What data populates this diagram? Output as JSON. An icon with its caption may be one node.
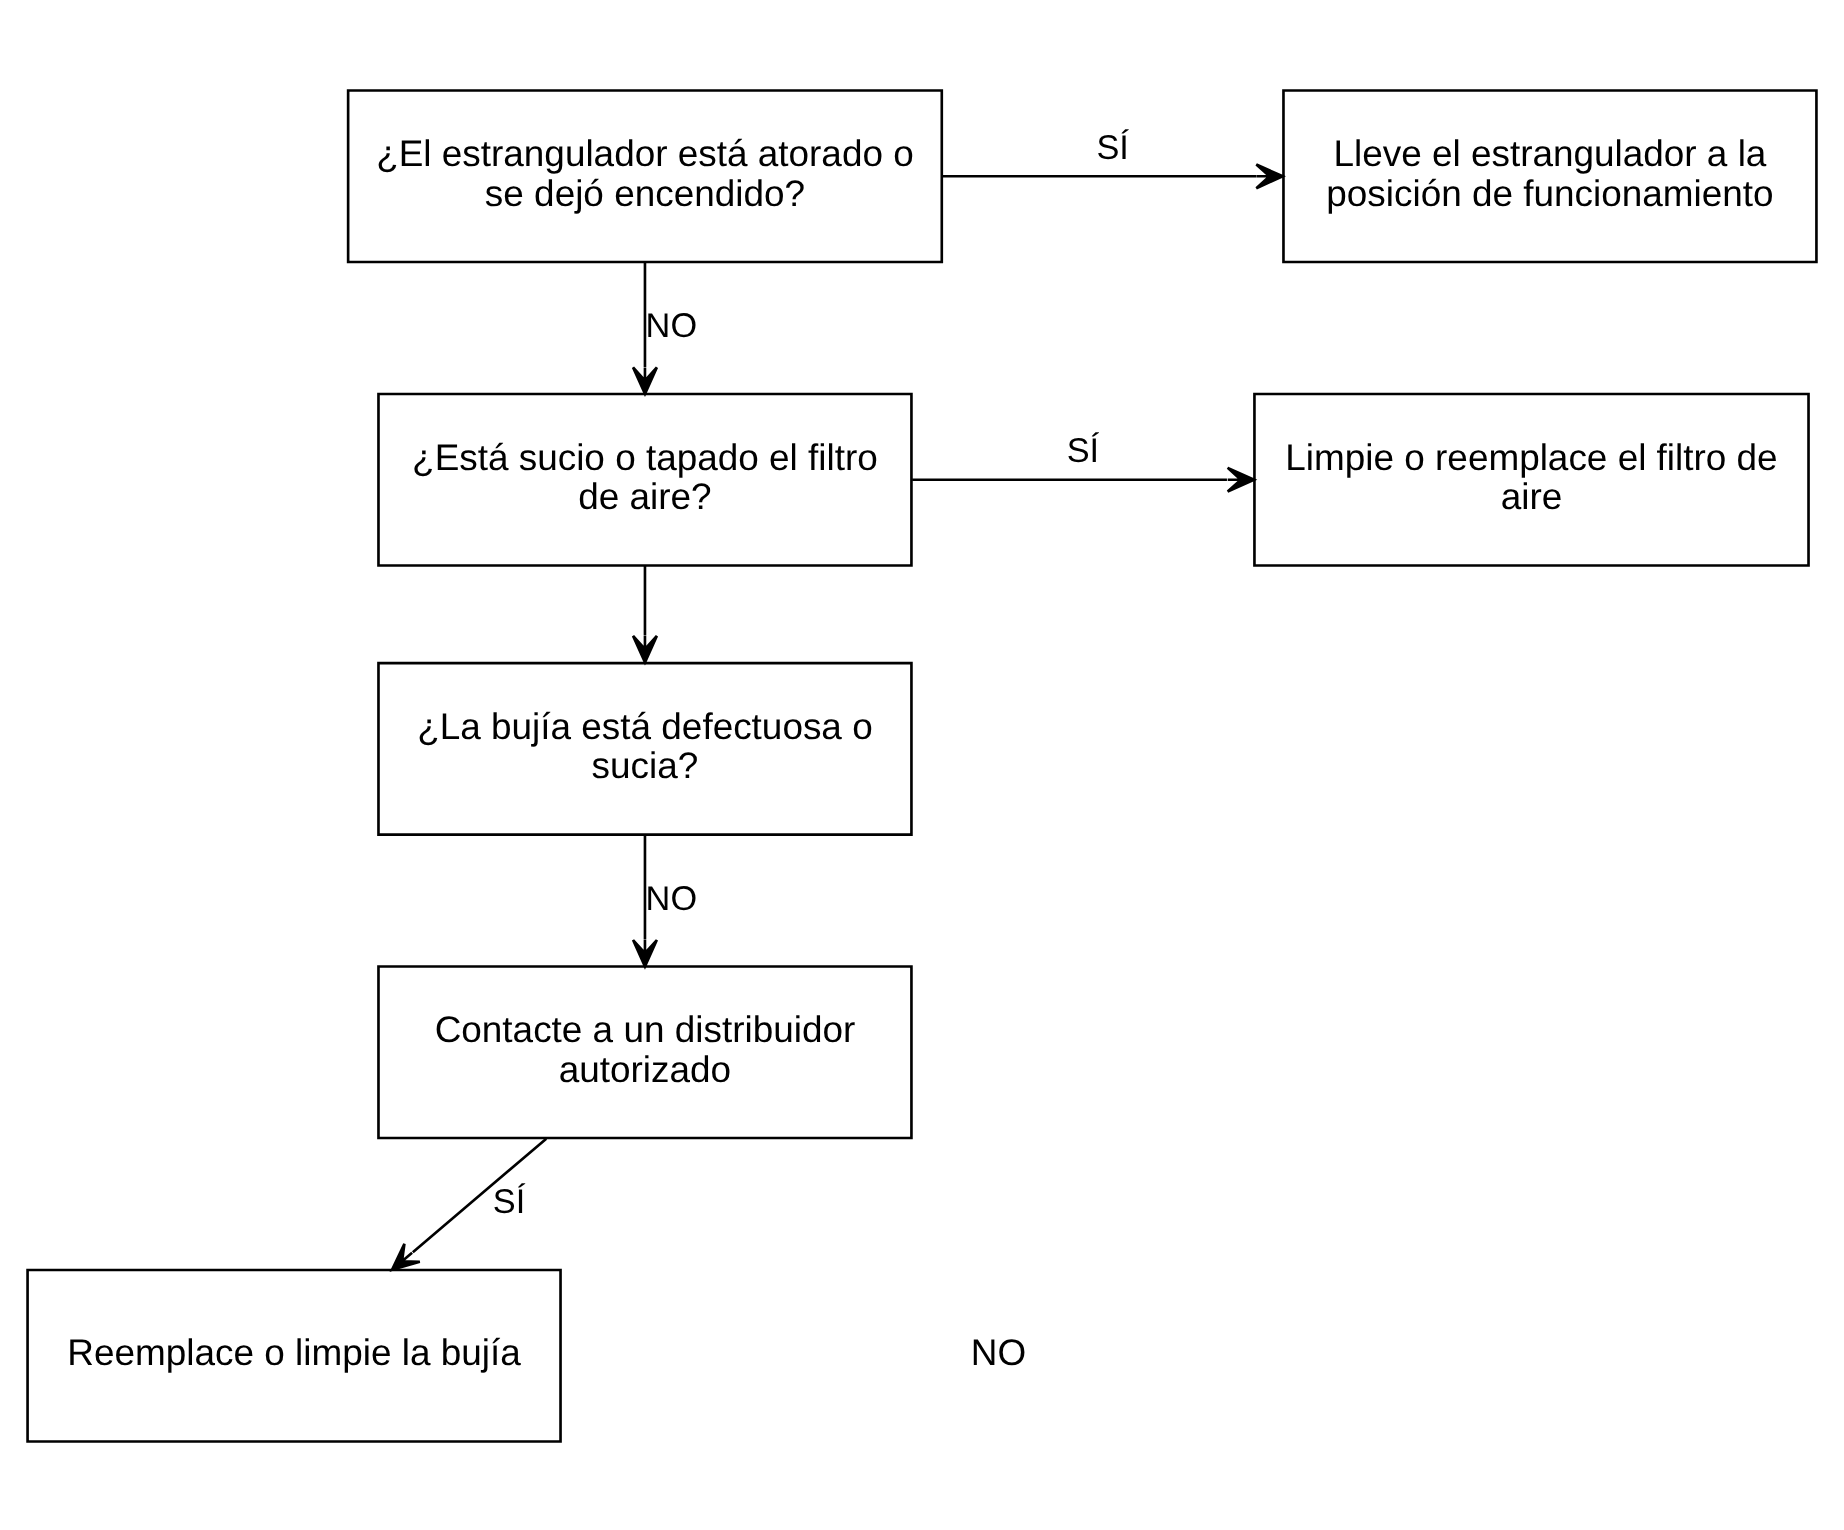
{
  "diagram": {
    "nodes": [
      {
        "text": [
          "¿El estrangulador está atorado o se dejó encendido?"
        ]
      },
      {
        "text": [
          "Lleve el estrangulador a la posición de funcionamiento"
        ]
      },
      {
        "text": [
          "¿Está sucio o tapado el filtro de aire?"
        ]
      },
      {
        "text": [
          "Limpie o reemplace el filtro de aire"
        ]
      },
      {
        "text": [
          "¿La bujía está defectuosa o sucia?"
        ]
      },
      {
        "text": [
          "Contacte a un distribuidor autorizado"
        ]
      },
      {
        "text": [
          "Reemplace o limpie la bujía"
        ]
      }
    ],
    "edges": [
      {
        "from": 0,
        "to": 1,
        "arrow": "to",
        "label": "SÍ"
      },
      {
        "from": 0,
        "to": 2,
        "arrow": "to",
        "label": "NO"
      },
      {
        "from": 2,
        "to": 3,
        "arrow": "to",
        "label": "SÍ"
      },
      {
        "from": 2,
        "to": 4,
        "arrow": "to"
      },
      {
        "from": 4,
        "to": 5,
        "arrow": "to",
        "label": "NO"
      },
      {
        "from": 5,
        "to": 6,
        "arrow": "to",
        "label": "SÍ"
      }
    ],
    "labels": [
      "NO"
    ]
  }
}
